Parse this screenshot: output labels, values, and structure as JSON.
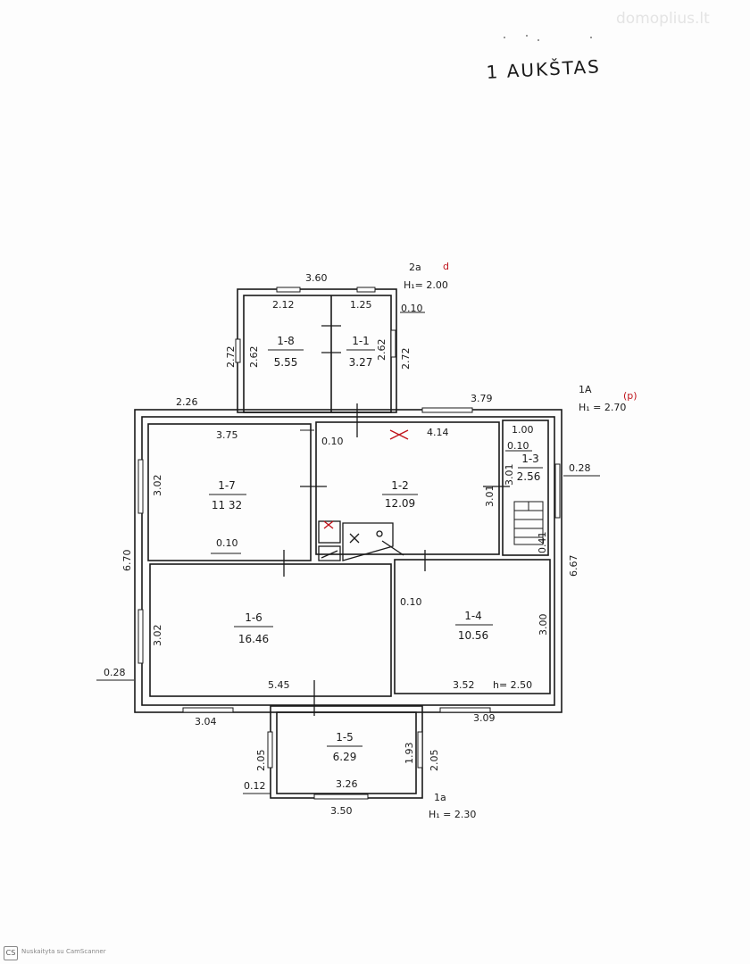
{
  "title": "1 AUKŠTAS",
  "watermark": "domoplius.lt",
  "scanner_badge": "CS",
  "scanner_text": "Nuskaityta su CamScanner",
  "notes": {
    "top_annex": "2a",
    "top_annex_mark": "d",
    "top_annex_height": "H₁= 2.00",
    "main_label": "1A",
    "main_height": "H₁ = 2.70",
    "main_mark": "(p)",
    "bottom_annex": "1a",
    "bottom_annex_height": "H₁ = 2.30",
    "h_label": "h= 2.50"
  },
  "rooms": [
    {
      "id": "1-8",
      "area": "5.55"
    },
    {
      "id": "1-1",
      "area": "3.27"
    },
    {
      "id": "1-7",
      "area": "11 32"
    },
    {
      "id": "1-2",
      "area": "12.09"
    },
    {
      "id": "1-3",
      "area": "2.56"
    },
    {
      "id": "1-6",
      "area": "16.46"
    },
    {
      "id": "1-4",
      "area": "10.56"
    },
    {
      "id": "1-5",
      "area": "6.29"
    }
  ],
  "dims": {
    "top_3_60": "3.60",
    "d_2_12": "2.12",
    "d_1_25": "1.25",
    "d_0_10_top": "0.10",
    "d_2_72_left": "2.72",
    "d_2_62_left": "2.62",
    "d_2_62_right": "2.62",
    "d_2_72_right": "2.72",
    "d_2_26": "2.26",
    "d_3_79": "3.79",
    "d_3_75": "3.75",
    "d_0_10_a": "0.10",
    "d_4_14": "4.14",
    "d_1_00": "1.00",
    "d_0_10_b": "0.10",
    "d_0_28_right": "0.28",
    "d_3_02_a": "3.02",
    "d_3_01_a": "3.01",
    "d_3_01_b": "3.01",
    "d_6_70": "6.70",
    "d_6_67": "6.67",
    "d_0_10_c": "0.10",
    "d_0_41": "0.41",
    "d_0_10_d": "0.10",
    "d_3_02_b": "3.02",
    "d_3_00": "3.00",
    "d_0_28_left": "0.28",
    "d_5_45": "5.45",
    "d_3_52": "3.52",
    "d_3_04": "3.04",
    "d_3_09": "3.09",
    "d_2_05_a": "2.05",
    "d_1_93": "1.93",
    "d_2_05_b": "2.05",
    "d_0_12": "0.12",
    "d_3_26": "3.26",
    "d_3_50": "3.50"
  }
}
